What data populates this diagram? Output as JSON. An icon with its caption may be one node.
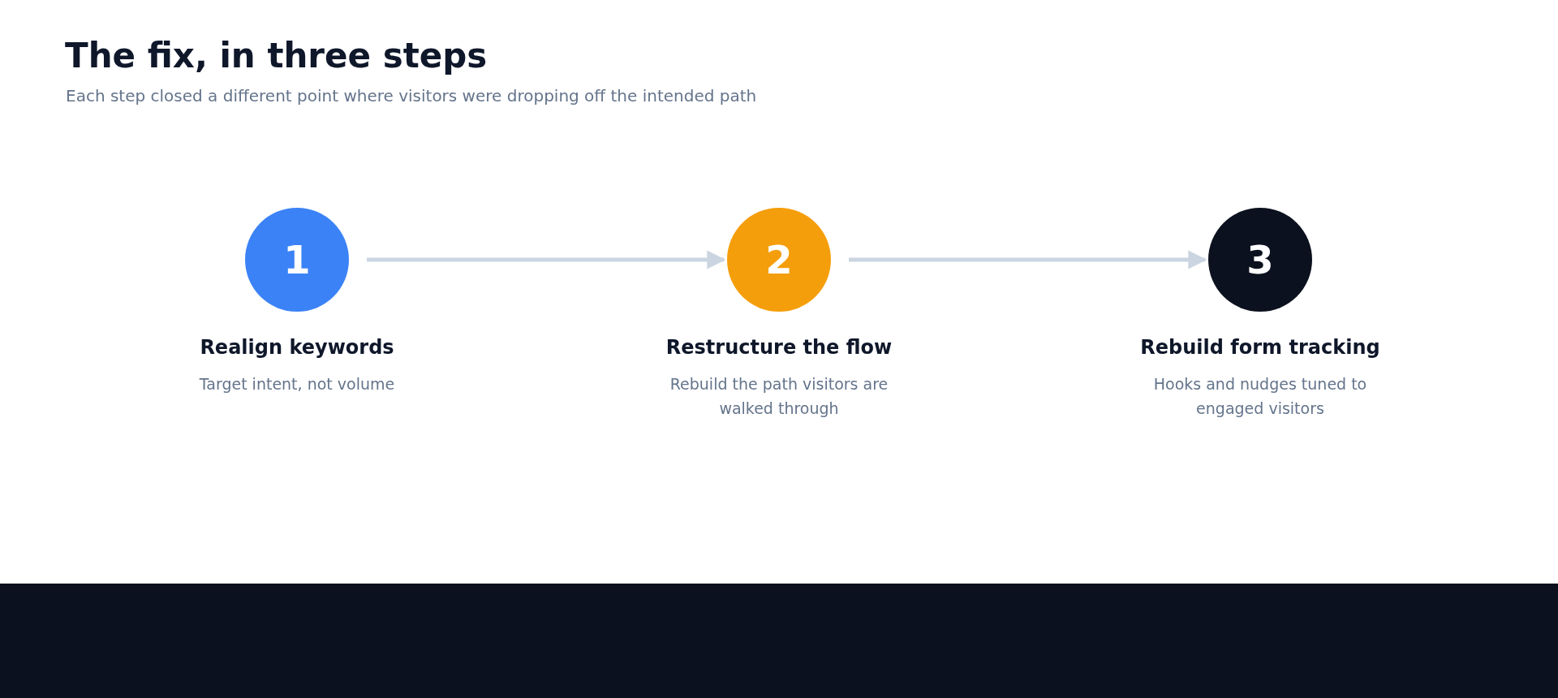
{
  "diagram": {
    "title": "The fix, in three steps",
    "caption": "Each step closed a different point where visitors were dropping off the intended path",
    "nodes": [
      {
        "text": [
          "1"
        ],
        "beside": [
          "Realign keywords",
          "Target intent, not volume"
        ]
      },
      {
        "text": [
          "2"
        ],
        "beside": [
          "Restructure the flow",
          "Rebuild the path visitors are walked through"
        ]
      },
      {
        "text": [
          "3"
        ],
        "beside": [
          "Rebuild form tracking",
          "Hooks and nudges tuned to engaged visitors"
        ]
      }
    ],
    "edges": [
      {
        "from": 0,
        "to": 1,
        "arrow": "to"
      },
      {
        "from": 1,
        "to": 2,
        "arrow": "to"
      }
    ]
  }
}
